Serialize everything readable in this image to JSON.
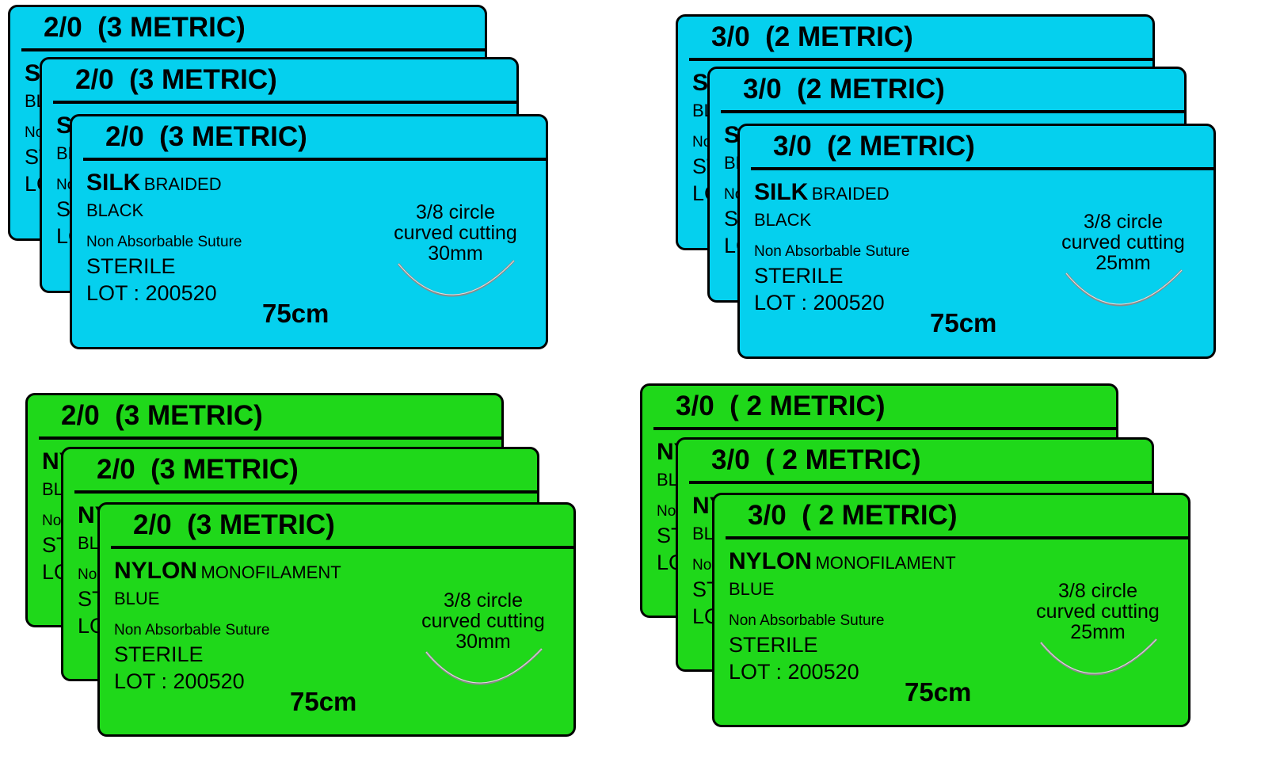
{
  "groups": [
    {
      "id": "silk-2-0",
      "cards": [
        {
          "size": "2/0  (3 METRIC)",
          "material": "SILK",
          "material_type": "BRAIDED",
          "color": "BLACK",
          "suture_type": "Non Absorbable Suture",
          "sterile": "STERILE",
          "lot": "LOT : 200520",
          "needle_line1": "3/8 circle",
          "needle_line2": "curved cutting",
          "needle_size": "30mm",
          "length": "75cm"
        }
      ]
    },
    {
      "id": "silk-3-0",
      "cards": [
        {
          "size": "3/0  (2 METRIC)",
          "material": "SILK",
          "material_type": "BRAIDED",
          "color": "BLACK",
          "suture_type": "Non Absorbable Suture",
          "sterile": "STERILE",
          "lot": "LOT : 200520",
          "needle_line1": "3/8 circle",
          "needle_line2": "curved cutting",
          "needle_size": "25mm",
          "length": "75cm"
        }
      ]
    },
    {
      "id": "nylon-2-0",
      "cards": [
        {
          "size": "2/0  (3 METRIC)",
          "material": "NYLON",
          "material_type": "MONOFILAMENT",
          "color": "BLUE",
          "suture_type": "Non Absorbable Suture",
          "sterile": "STERILE",
          "lot": "LOT : 200520",
          "needle_line1": "3/8 circle",
          "needle_line2": "curved cutting",
          "needle_size": "30mm",
          "length": "75cm"
        }
      ]
    },
    {
      "id": "nylon-3-0",
      "cards": [
        {
          "size": "3/0  ( 2 METRIC)",
          "material": "NYLON",
          "material_type": "MONOFILAMENT",
          "color": "BLUE",
          "suture_type": "Non Absorbable Suture",
          "sterile": "STERILE",
          "lot": "LOT : 200520",
          "needle_line1": "3/8 circle",
          "needle_line2": "curved cutting",
          "needle_size": "25mm",
          "length": "75cm"
        }
      ]
    }
  ],
  "colors": {
    "silk_card": "#05d0ee",
    "nylon_card": "#1fd81a",
    "border": "#000000",
    "needle": "#8a8a8a"
  },
  "icons": {
    "needle": "curved-needle-icon"
  }
}
